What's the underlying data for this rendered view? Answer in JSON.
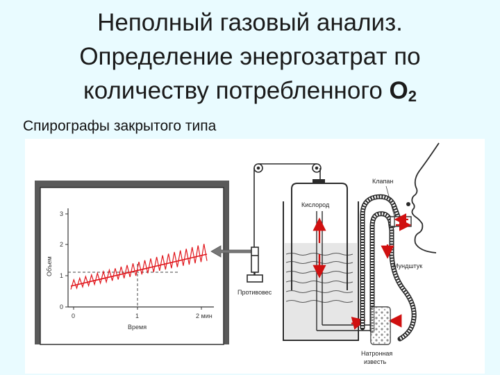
{
  "title": {
    "line1": "Неполный газовый анализ.",
    "line2": "Определение энергозатрат по",
    "line3_text": "количеству потребленного ",
    "line3_o": "O",
    "line3_sub": "2"
  },
  "subtitle": "Спирографы закрытого типа",
  "diagram": {
    "graph": {
      "ylabel": "Объем",
      "xlabel": "Время",
      "yticks": [
        "0",
        "1",
        "2",
        "3"
      ],
      "xticks": [
        "0",
        "1",
        "2 мин"
      ]
    },
    "labels": {
      "oxygen": "Кислород",
      "valve": "Клапан",
      "mouthpiece": "Мундштук",
      "counterweight": "Противовес",
      "soda_lime_1": "Натронная",
      "soda_lime_2": "известь"
    },
    "colors": {
      "trace": "#e0141a",
      "arrow": "#d01010",
      "ink": "#2a2a2a"
    }
  }
}
